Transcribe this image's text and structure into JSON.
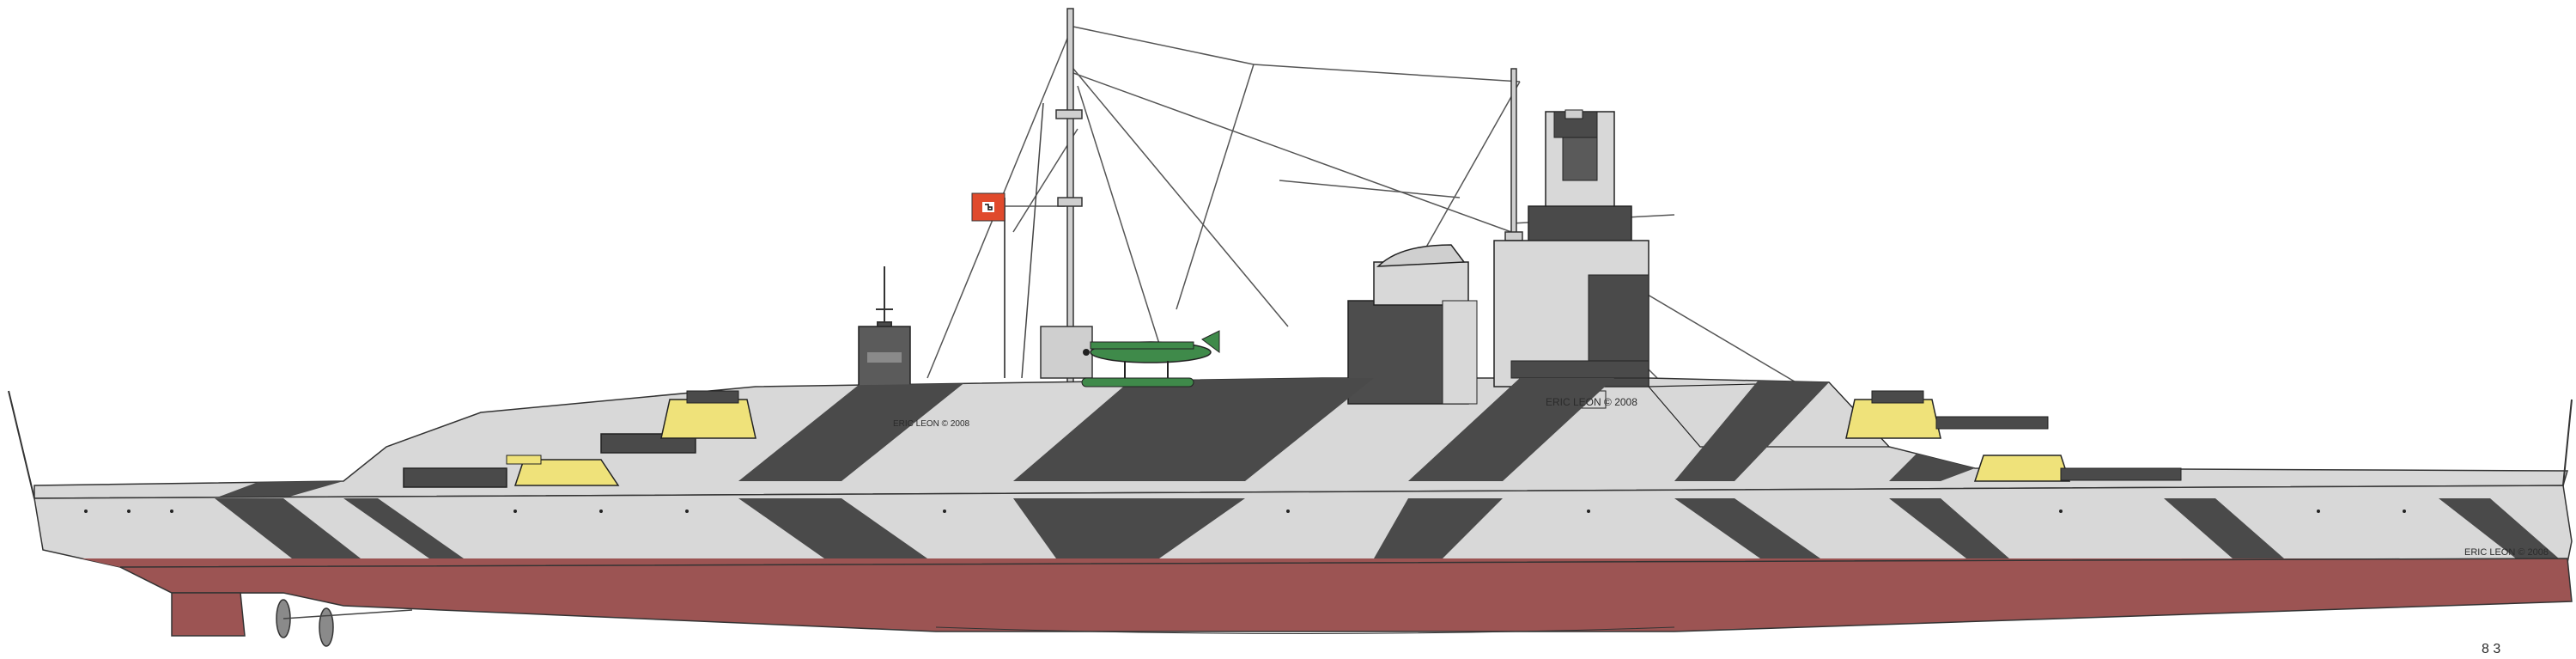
{
  "figure": {
    "credits": {
      "bridge_plate": "ERIC LEON © 2008",
      "forward_plate": "ERIC LEON © 2008",
      "stern_plate": "ERIC LEON © 2008"
    },
    "draft_mark": "8 3"
  },
  "colors": {
    "hull_red": "#9c5453",
    "camo_dark": "#4a4a4a",
    "camo_light": "#d8d8d8",
    "pale_white": "#efefef",
    "turret_yellow": "#efe27a",
    "aircraft_green": "#3f8a4a",
    "flag_red": "#e04a2c"
  },
  "icons": [
    "naval-ensign-icon",
    "floatplane-icon",
    "propeller-icon",
    "rudder-icon"
  ]
}
